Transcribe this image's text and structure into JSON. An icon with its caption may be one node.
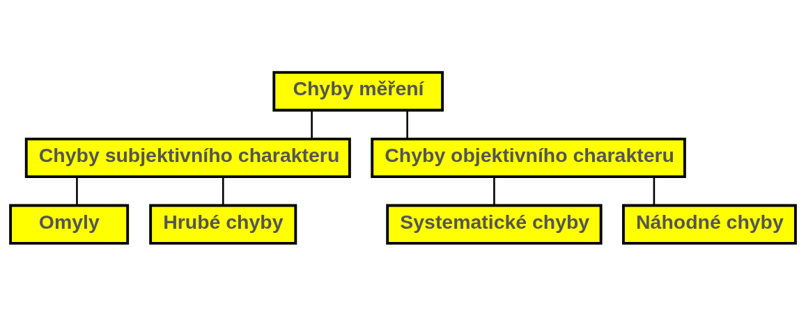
{
  "diagram": {
    "nodes": [
      {
        "text": [
          "Chyby měření"
        ]
      },
      {
        "text": [
          "Chyby subjektivního charakteru"
        ]
      },
      {
        "text": [
          "Chyby objektivního charakteru"
        ]
      },
      {
        "text": [
          "Omyly"
        ]
      },
      {
        "text": [
          "Hrubé chyby"
        ]
      },
      {
        "text": [
          "Systematické chyby"
        ]
      },
      {
        "text": [
          "Náhodné chyby"
        ]
      }
    ],
    "edges": [
      {
        "from": 0,
        "to": 1,
        "arrow": "none"
      },
      {
        "from": 0,
        "to": 2,
        "arrow": "none"
      },
      {
        "from": 1,
        "to": 3,
        "arrow": "none"
      },
      {
        "from": 1,
        "to": 4,
        "arrow": "none"
      },
      {
        "from": 2,
        "to": 5,
        "arrow": "none"
      },
      {
        "from": 2,
        "to": 6,
        "arrow": "none"
      }
    ]
  }
}
